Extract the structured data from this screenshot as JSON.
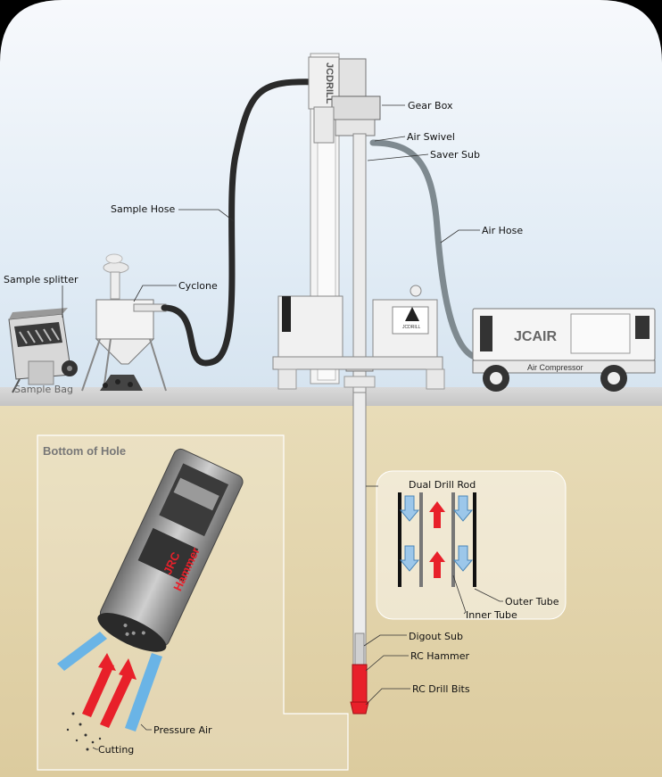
{
  "labels": {
    "gear_box": "Gear Box",
    "air_swivel": "Air Swivel",
    "saver_sub": "Saver Sub",
    "sample_hose": "Sample Hose",
    "air_hose": "Air Hose",
    "sample_splitter": "Sample splitter",
    "cyclone": "Cyclone",
    "sample_bag": "Sample Bag",
    "bottom_of_hole": "Bottom of Hole",
    "dual_drill_rod": "Dual Drill Rod",
    "outer_tube": "Outer Tube",
    "inner_tube": "Inner Tube",
    "digout_sub": "Digout Sub",
    "rc_hammer": "RC Hammer",
    "rc_drill_bits": "RC Drill Bits",
    "pressure_air": "Pressure Air",
    "cutting": "Cutting"
  },
  "branding": {
    "rig_mast": "JCDRILL",
    "rig_cab": "JCDRILL",
    "compressor_brand": "JCAIR",
    "compressor_plate": "Air Compressor",
    "hammer_text_1": "JRC",
    "hammer_text_2": "Hammer"
  },
  "colors": {
    "air_flow": "#6ab4e6",
    "return_flow": "#e8202a",
    "hammer": "#e8202a",
    "sample_hose": "#2a2a2a",
    "air_hose": "#7f8a90",
    "soil": "#e2d3ac"
  }
}
